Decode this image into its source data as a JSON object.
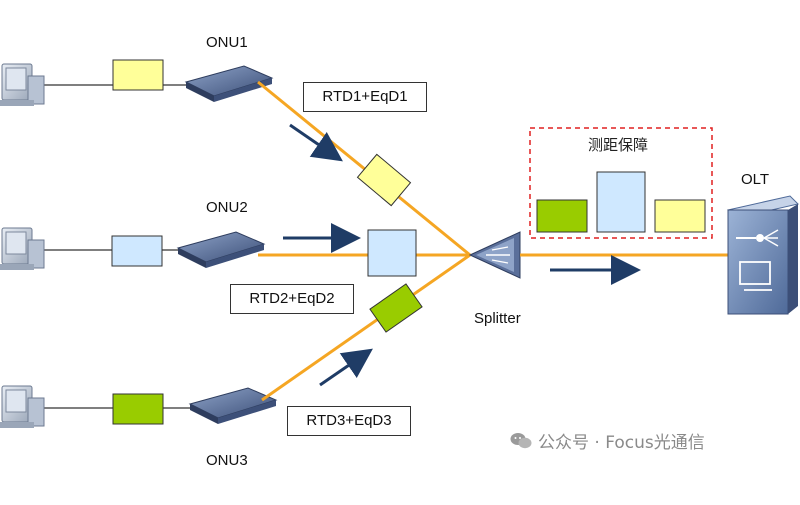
{
  "colors": {
    "fiber": "#f5a623",
    "arrow": "#1f3c66",
    "yellow": "#ffff99",
    "lightblue": "#cfe8ff",
    "green": "#99cc00",
    "dashed_border": "#e02020",
    "device_blue": "#5a6f9a"
  },
  "onus": [
    {
      "label": "ONU1",
      "frame_color": "yellow"
    },
    {
      "label": "ONU2",
      "frame_color": "lightblue"
    },
    {
      "label": "ONU3",
      "frame_color": "green"
    }
  ],
  "delay_labels": [
    "RTD1+EqD1",
    "RTD2+EqD2",
    "RTD3+EqD3"
  ],
  "splitter_label": "Splitter",
  "olt_label": "OLT",
  "ranging_title": "测距保障",
  "watermark": "公众号 · Focus光通信",
  "icons": [
    "pc-icon",
    "onu-icon",
    "splitter-icon",
    "olt-icon",
    "wechat-icon"
  ]
}
